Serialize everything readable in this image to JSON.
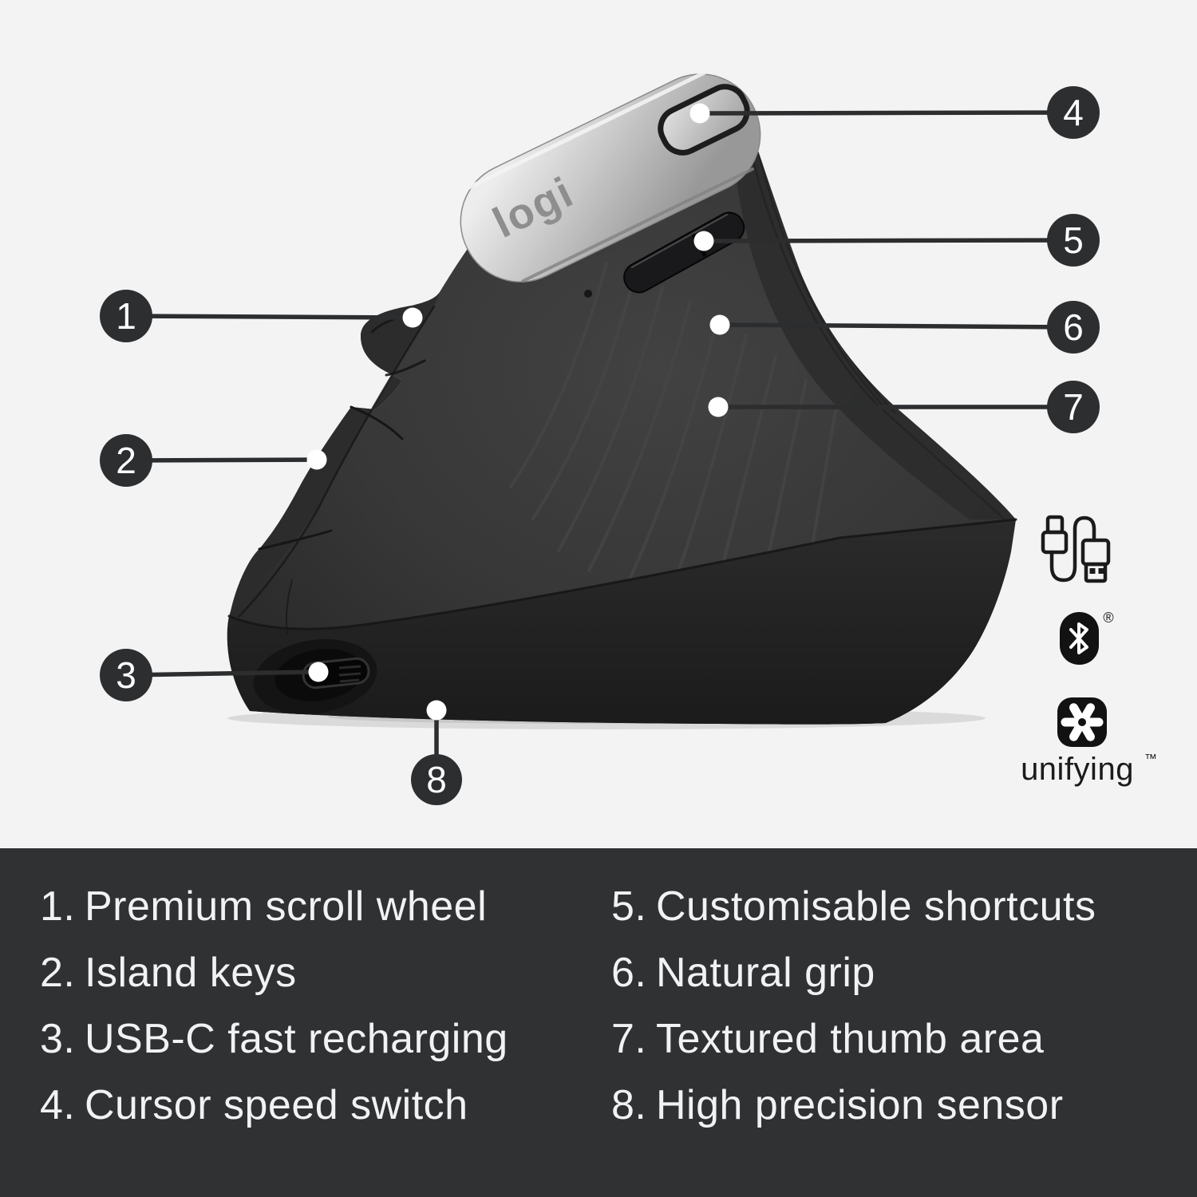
{
  "background": "#f3f3f4",
  "brand": {
    "logo_text": "logi"
  },
  "callouts": [
    {
      "number": "1"
    },
    {
      "number": "2"
    },
    {
      "number": "3"
    },
    {
      "number": "4"
    },
    {
      "number": "5"
    },
    {
      "number": "6"
    },
    {
      "number": "7"
    },
    {
      "number": "8"
    }
  ],
  "legend": {
    "left": [
      {
        "number": "1.",
        "label": "Premium scroll wheel"
      },
      {
        "number": "2.",
        "label": "Island keys"
      },
      {
        "number": "3.",
        "label": "USB-C fast recharging"
      },
      {
        "number": "4.",
        "label": "Cursor speed switch"
      }
    ],
    "right": [
      {
        "number": "5.",
        "label": "Customisable shortcuts"
      },
      {
        "number": "6.",
        "label": "Natural grip"
      },
      {
        "number": "7.",
        "label": "Textured thumb area"
      },
      {
        "number": "8.",
        "label": "High precision sensor"
      }
    ]
  },
  "connectivity": {
    "bluetooth_registered": "®",
    "unifying_label": "unifying",
    "unifying_trademark": "™"
  },
  "colors": {
    "panel_background": "#2f3133",
    "legend_text": "#f2f2f3",
    "callout_circle": "#2c2e30",
    "mouse_body": "#363636",
    "mouse_base": "#1f1f1f",
    "cap_silver": "#c9c9c9",
    "icon_black": "#1b1b1b"
  }
}
